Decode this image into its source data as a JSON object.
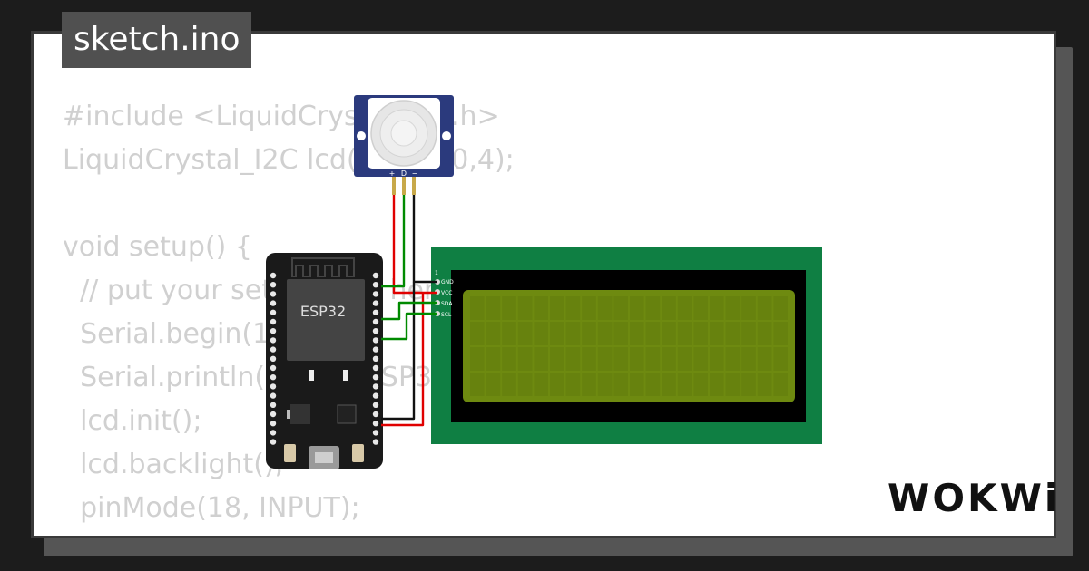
{
  "header": {
    "title": "sketch.ino"
  },
  "code": {
    "lines": [
      "#include <LiquidCrystal_I2C.h>",
      "LiquidCrystal_I2C lcd(0x27,20,4);",
      "",
      "void setup() {",
      "  // put your setup code here",
      "  Serial.begin(115200);",
      "  Serial.println(\"Hello, ESP32!\");",
      "  lcd.init();",
      "  lcd.backlight();",
      "  pinMode(18, INPUT);",
      "}"
    ]
  },
  "components": {
    "esp32": {
      "label": "ESP32"
    },
    "pir": {
      "pin_labels": [
        "+",
        "D",
        "−"
      ]
    },
    "lcd": {
      "pin_labels": [
        "1",
        "GND",
        "VCC",
        "SDA",
        "SCL"
      ],
      "columns": 20,
      "rows": 4
    }
  },
  "brand": {
    "name": "WOKWi"
  },
  "colors": {
    "background": "#1c1c1c",
    "card": "#ffffff",
    "tag": "#505050",
    "wire_red": "#e00000",
    "wire_green": "#008a00",
    "wire_black": "#111111",
    "pcb_green": "#0f7f43",
    "lcd_screen": "#6e8a10",
    "pir_blue": "#2b3a7d"
  }
}
